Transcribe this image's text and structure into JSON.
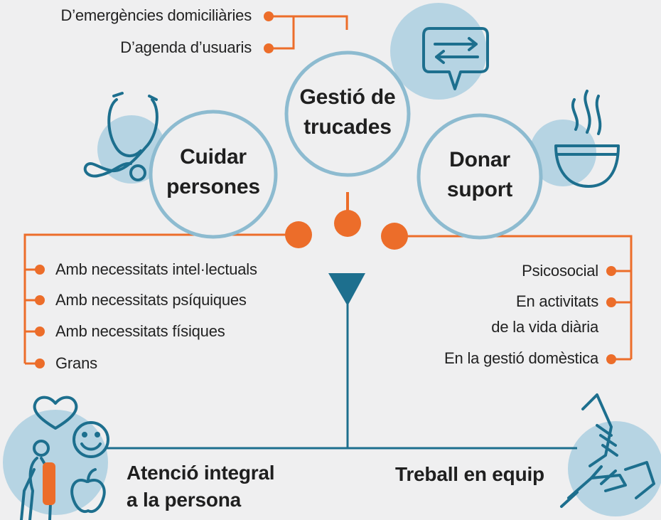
{
  "hubs": {
    "left": [
      "Cuidar",
      "persones"
    ],
    "center": [
      "Gestió de",
      "trucades"
    ],
    "right": [
      "Donar",
      "suport"
    ]
  },
  "call_management": {
    "items": [
      "D’emergències domiciliàries",
      "D’agenda d’usuaris"
    ]
  },
  "care_people": {
    "items": [
      "Amb necessitats intel·lectuals",
      "Amb necessitats psíquiques",
      "Amb necessitats físiques",
      "Grans"
    ]
  },
  "support": {
    "items": [
      "Psicosocial",
      "En activitats",
      "de la vida diària",
      "En la gestió domèstica"
    ]
  },
  "footer": {
    "left": [
      "Atenció integral",
      "a la persona"
    ],
    "right": "Treball en equip"
  },
  "colors": {
    "background": "#efeff0",
    "orange": "#ec6d2a",
    "ring": "#8dbbd0",
    "icon_bg": "#b6d4e3",
    "teal": "#1d6f8e",
    "text": "#222222"
  },
  "icons": [
    "stethoscope-icon",
    "chat-arrows-icon",
    "bowl-icon",
    "heart-icon",
    "smiley-icon",
    "apple-icon",
    "elderly-person-icon",
    "helping-hands-icon"
  ]
}
